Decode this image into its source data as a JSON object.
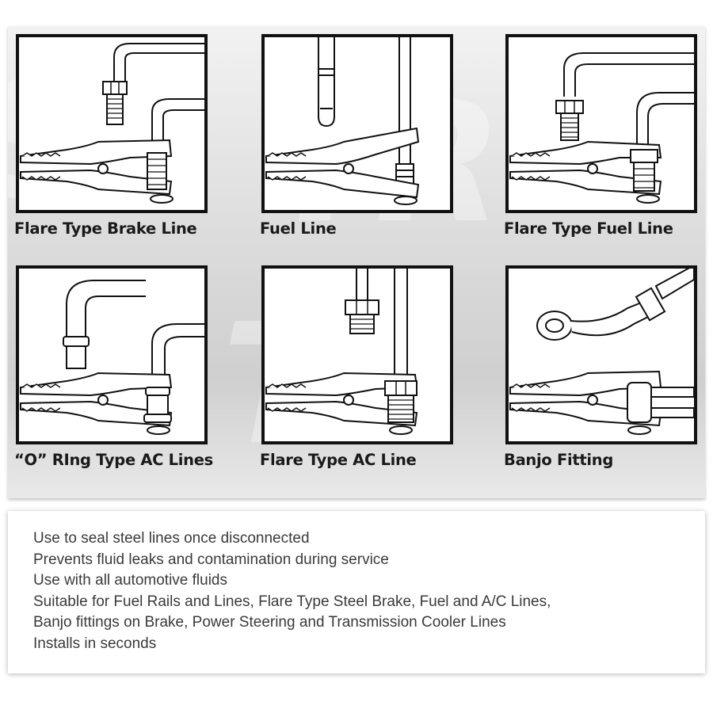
{
  "diagrams": [
    {
      "label": "Flare Type Brake Line",
      "fitting": "flare-nut-icon"
    },
    {
      "label": "Fuel Line",
      "fitting": "fuel-line-icon"
    },
    {
      "label": "Flare Type Fuel Line",
      "fitting": "flare-nut-icon"
    },
    {
      "label": "“O” RIng Type AC Lines",
      "fitting": "o-ring-icon"
    },
    {
      "label": "Flare Type AC Line",
      "fitting": "flare-nut-icon"
    },
    {
      "label": "Banjo Fitting",
      "fitting": "banjo-fitting-icon"
    }
  ],
  "features": [
    "Use to seal steel lines once disconnected",
    "Prevents fluid leaks and contamination during service",
    "Use with all automotive fluids",
    "Suitable for Fuel Rails and Lines, Flare Type Steel Brake, Fuel and A/C Lines,",
    "Banjo fittings on Brake, Power Steering and Transmission Cooler Lines",
    "Installs in seconds"
  ],
  "colors": {
    "outline": "#111111",
    "panel": "#d9d9d9",
    "text": "#3a3a3a"
  }
}
